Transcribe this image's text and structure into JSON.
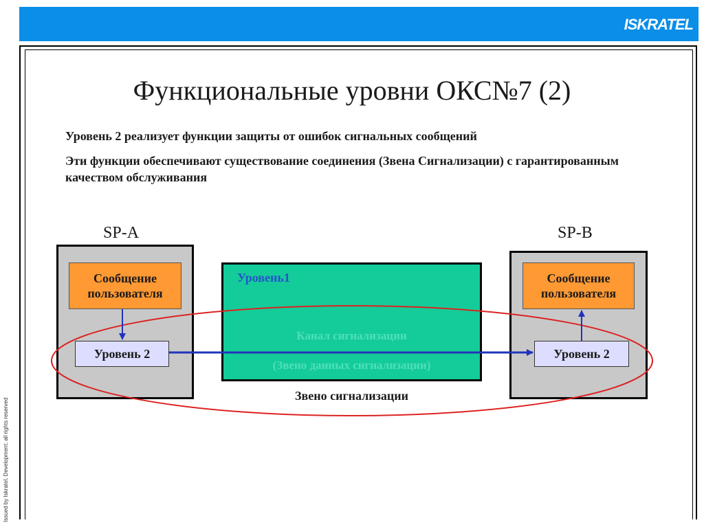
{
  "header": {
    "logo": "ISKRATEL",
    "banner_color": "#0a8ee8"
  },
  "footer": {
    "copyright": "Issued by Iskratel, Development; all rights reserved"
  },
  "slide": {
    "title": "Функциональные уровни ОКС№7 (2)",
    "bullets": [
      "Уровень 2 реализует функции защиты от ошибок сигнальных сообщений",
      "Эти функции обеспечивают существование соединения (Звена Сигнализации) с гарантированным качеством обслуживания"
    ]
  },
  "diagram": {
    "sp_a": {
      "label": "SP-A",
      "message": "Сообщение пользователя",
      "level2": "Уровень 2"
    },
    "sp_b": {
      "label": "SP-B",
      "message": "Сообщение пользователя",
      "level2": "Уровень 2"
    },
    "level1": "Уровень1",
    "channel": "Канал сигнализации",
    "data_link": "(Звено данных сигнализации)",
    "link_label": "Звено сигнализации",
    "colors": {
      "message": "#ff9933",
      "level2": "#ddddff",
      "level1": "#14cc99",
      "arrow": "#2233bb",
      "ellipse": "#dd2222"
    }
  }
}
